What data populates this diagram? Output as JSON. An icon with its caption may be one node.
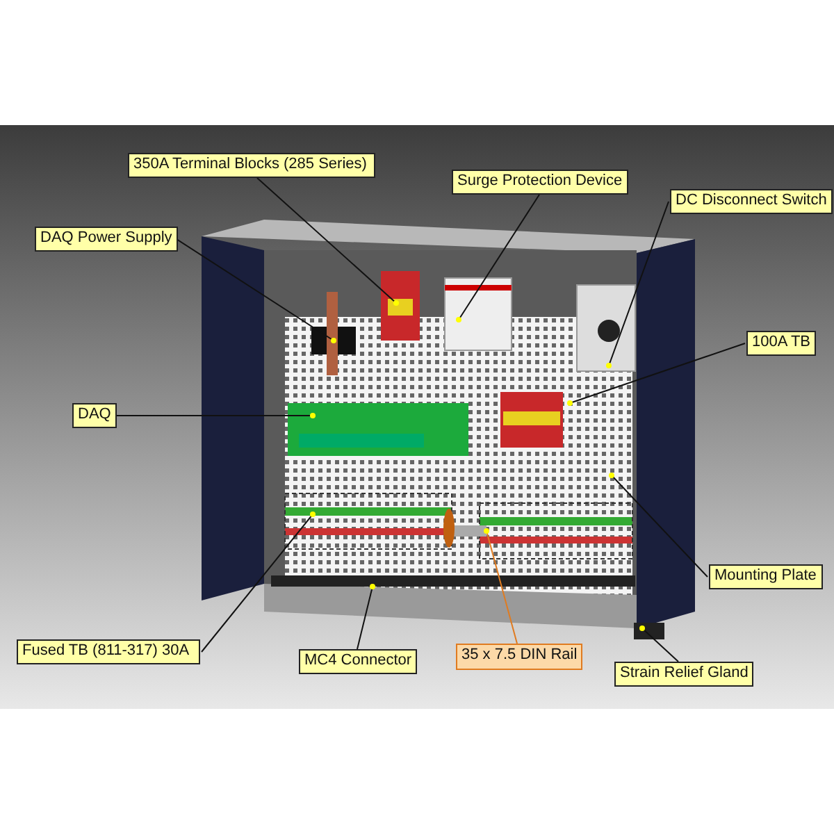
{
  "diagram": {
    "nodes": [
      {
        "text": [
          "350A Terminal Blocks (285 Series)"
        ]
      },
      {
        "text": [
          "Surge Protection Device"
        ]
      },
      {
        "text": [
          "DC Disconnect Switch"
        ]
      },
      {
        "text": [
          "DAQ Power Supply"
        ]
      },
      {
        "text": [
          "100A TB"
        ]
      },
      {
        "text": [
          "DAQ"
        ]
      },
      {
        "text": [
          "Mounting Plate"
        ]
      },
      {
        "text": [
          "Fused TB (811-317) 30A"
        ]
      },
      {
        "text": [
          "MC4 Connector"
        ]
      },
      {
        "text": [
          "35 x 7.5 DIN Rail"
        ]
      },
      {
        "text": [
          "Strain Relief Gland"
        ]
      }
    ],
    "edges": [
      {
        "from": 0,
        "to": null,
        "arrow": "none"
      },
      {
        "from": 1,
        "to": null,
        "arrow": "none"
      },
      {
        "from": 2,
        "to": null,
        "arrow": "none"
      },
      {
        "from": 3,
        "to": null,
        "arrow": "none"
      },
      {
        "from": 4,
        "to": null,
        "arrow": "none"
      },
      {
        "from": 5,
        "to": null,
        "arrow": "none"
      },
      {
        "from": 6,
        "to": null,
        "arrow": "none"
      },
      {
        "from": 7,
        "to": null,
        "arrow": "none"
      },
      {
        "from": 8,
        "to": null,
        "arrow": "none"
      },
      {
        "from": 9,
        "to": null,
        "arrow": "none",
        "color": "#e07b20"
      },
      {
        "from": 10,
        "to": null,
        "arrow": "none"
      }
    ]
  }
}
